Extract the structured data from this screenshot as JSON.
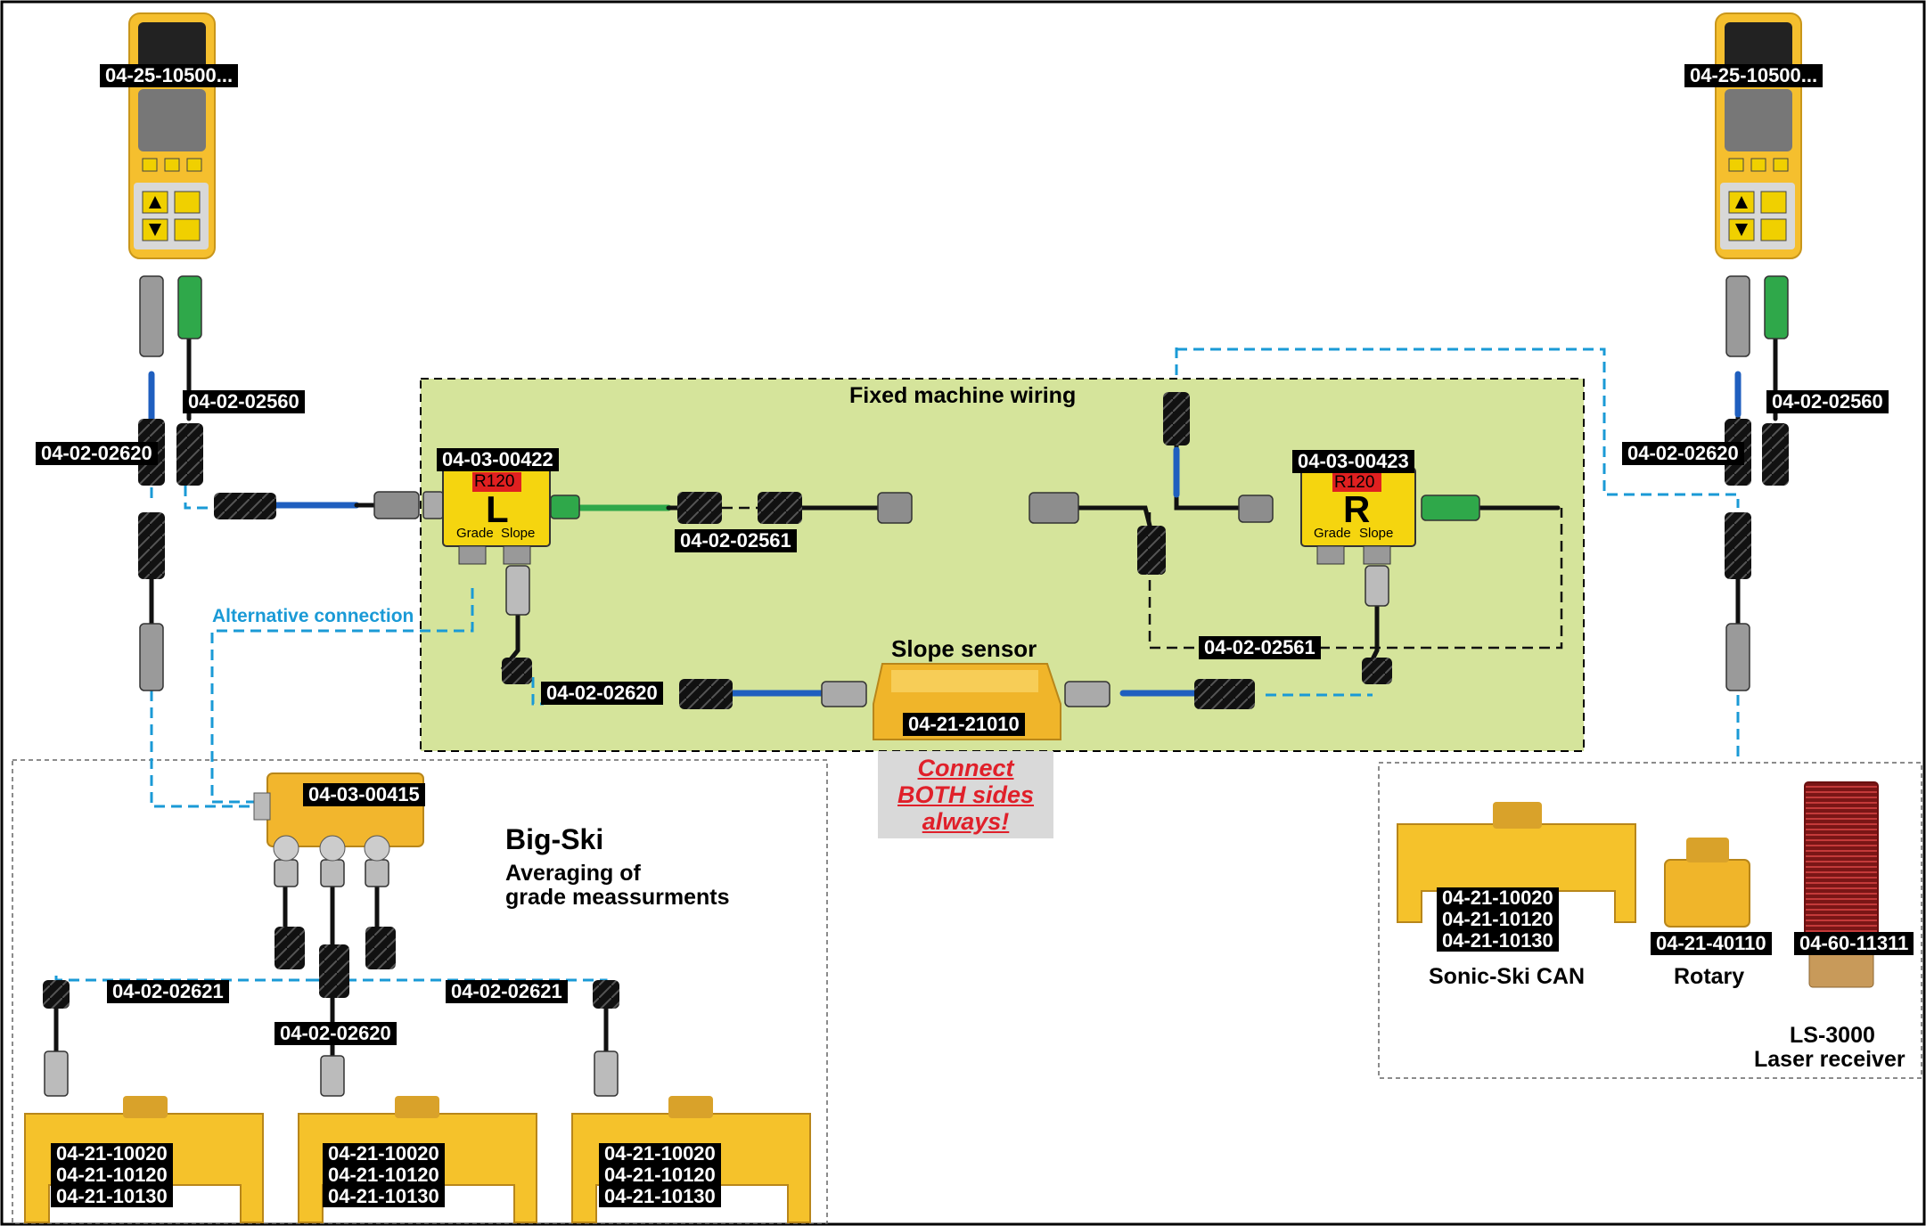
{
  "regions": {
    "fixed_wiring": "Fixed machine wiring",
    "slope_sensor": "Slope sensor",
    "alternative": "Alternative connection"
  },
  "warning": {
    "line1": "Connect",
    "line2": "BOTH sides",
    "line3": "always!"
  },
  "control_boxes": {
    "left": {
      "part": "04-03-00422",
      "model": "R120",
      "side": "L",
      "port1": "Grade",
      "port2": "Slope"
    },
    "right": {
      "part": "04-03-00423",
      "model": "R120",
      "side": "R",
      "port1": "Grade",
      "port2": "Slope"
    }
  },
  "panels": {
    "left": "04-25-10500...",
    "right": "04-25-10500..."
  },
  "cables": {
    "left_2560": "04-02-02560",
    "left_2620": "04-02-02620",
    "right_2560": "04-02-02560",
    "right_2620": "04-02-02620",
    "mid_2561_left": "04-02-02561",
    "mid_2561_right": "04-02-02561",
    "slope_cable": "04-02-02620",
    "bigski_2621_left": "04-02-02621",
    "bigski_2621_right": "04-02-02621",
    "bigski_2620": "04-02-02620"
  },
  "slope_sensor_part": "04-21-21010",
  "bigski": {
    "junction": "04-03-00415",
    "title": "Big-Ski",
    "desc1": "Averaging of",
    "desc2": "grade meassurments",
    "sensors": [
      [
        "04-21-10020",
        "04-21-10120",
        "04-21-10130"
      ],
      [
        "04-21-10020",
        "04-21-10120",
        "04-21-10130"
      ],
      [
        "04-21-10020",
        "04-21-10120",
        "04-21-10130"
      ]
    ]
  },
  "options": {
    "sonic": {
      "parts": [
        "04-21-10020",
        "04-21-10120",
        "04-21-10130"
      ],
      "name": "Sonic-Ski CAN"
    },
    "rotary": {
      "part": "04-21-40110",
      "name": "Rotary"
    },
    "laser": {
      "part": "04-60-11311",
      "name1": "LS-3000",
      "name2": "Laser receiver"
    }
  },
  "colors": {
    "fixed_bg": "#d5e49b",
    "housing": "#f5bf2e",
    "dash": "#1a9ad6",
    "cable_blue": "#1f5fbf",
    "connector_green": "#2fa84a",
    "model_red": "#e02020"
  }
}
